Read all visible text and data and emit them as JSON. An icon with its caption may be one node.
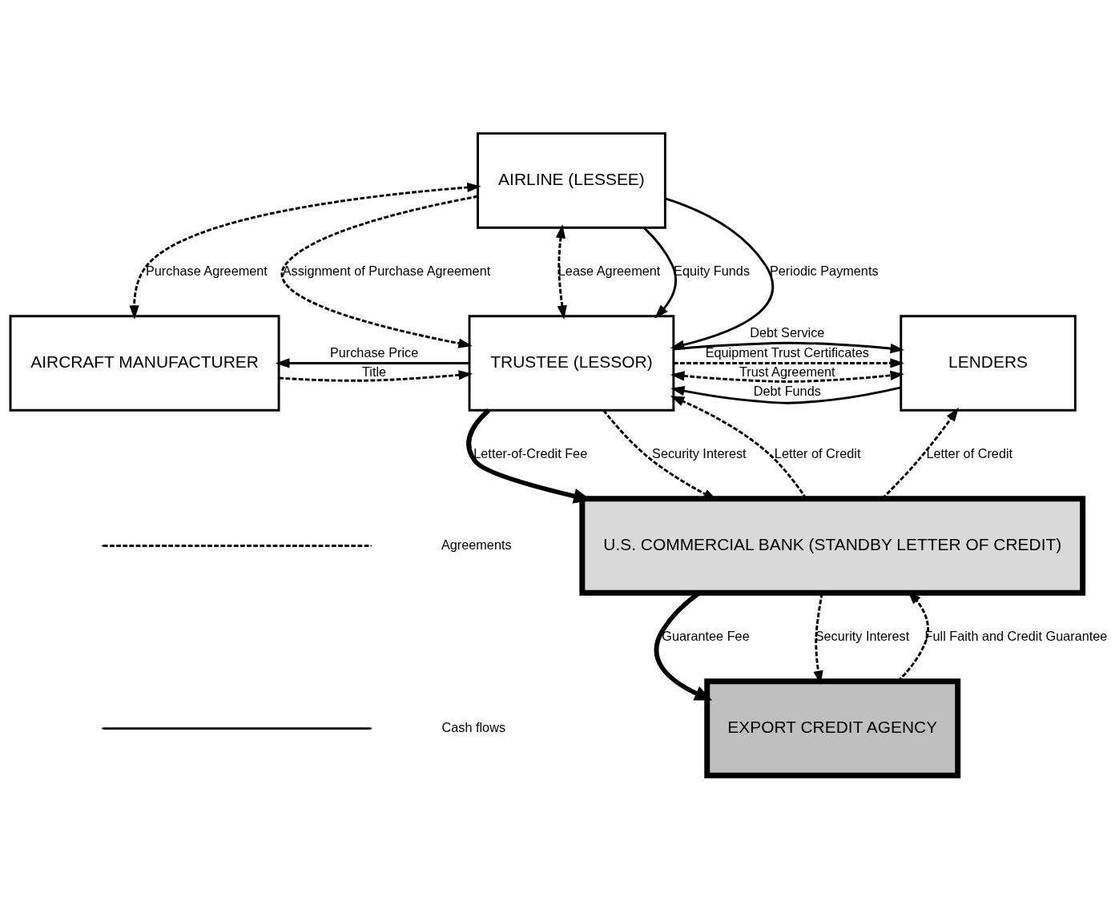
{
  "diagram": {
    "nodes": [
      {
        "text": [
          "AIRLINE (LESSEE)"
        ]
      },
      {
        "text": [
          "AIRCRAFT MANUFACTURER"
        ]
      },
      {
        "text": [
          "TRUSTEE (LESSOR)"
        ]
      },
      {
        "text": [
          "LENDERS"
        ]
      },
      {
        "text": [
          "U.S. COMMERCIAL BANK (STANDBY LETTER OF CREDIT)"
        ]
      },
      {
        "text": [
          "EXPORT CREDIT AGENCY"
        ]
      }
    ],
    "edges": [
      {
        "from": 0,
        "to": 1,
        "arrow": "both",
        "label": "Purchase Agreement",
        "style": "dashed"
      },
      {
        "from": 0,
        "to": 2,
        "arrow": "to",
        "label": "Assignment of Purchase Agreement",
        "style": "dashed"
      },
      {
        "from": 0,
        "to": 2,
        "arrow": "both",
        "label": "Lease Agreement",
        "style": "dashed"
      },
      {
        "from": 0,
        "to": 2,
        "arrow": "to",
        "label": "Equity Funds"
      },
      {
        "from": 0,
        "to": 2,
        "arrow": "to",
        "label": "Periodic Payments"
      },
      {
        "from": 2,
        "to": 3,
        "arrow": "to",
        "label": "Equipment Trust Certificates",
        "style": "dashed"
      },
      {
        "from": 3,
        "to": 2,
        "arrow": "to",
        "label": "Debt Funds"
      },
      {
        "from": 2,
        "to": 3,
        "arrow": "to",
        "label": "Debt Service"
      },
      {
        "from": 2,
        "to": 3,
        "arrow": "both",
        "label": "Trust Agreement",
        "style": "dashed"
      },
      {
        "from": 1,
        "to": 2,
        "arrow": "to",
        "label": "Title",
        "style": "dashed"
      },
      {
        "from": 2,
        "to": 1,
        "arrow": "to",
        "label": "Purchase Price"
      },
      {
        "from": 4,
        "to": 2,
        "arrow": "to",
        "label": "Letter of Credit",
        "style": "dashed"
      },
      {
        "from": 2,
        "to": 4,
        "arrow": "to",
        "label": "Letter-of-Credit Fee",
        "style": "thick"
      },
      {
        "from": 2,
        "to": 4,
        "arrow": "to",
        "label": "Security Interest",
        "style": "dashed"
      },
      {
        "from": 4,
        "to": 3,
        "arrow": "to",
        "label": "Letter of Credit",
        "style": "dashed"
      },
      {
        "from": 5,
        "to": 4,
        "arrow": "to",
        "label": "Full Faith and Credit Guarantee",
        "style": "dashed"
      },
      {
        "from": 4,
        "to": 5,
        "arrow": "to",
        "label": "Guarantee Fee",
        "style": "thick"
      },
      {
        "from": 4,
        "to": 5,
        "arrow": "to",
        "label": "Security Interest",
        "style": "dashed"
      }
    ],
    "legend": [
      {
        "text": "Agreements"
      },
      {
        "text": "Cash flows"
      }
    ]
  }
}
